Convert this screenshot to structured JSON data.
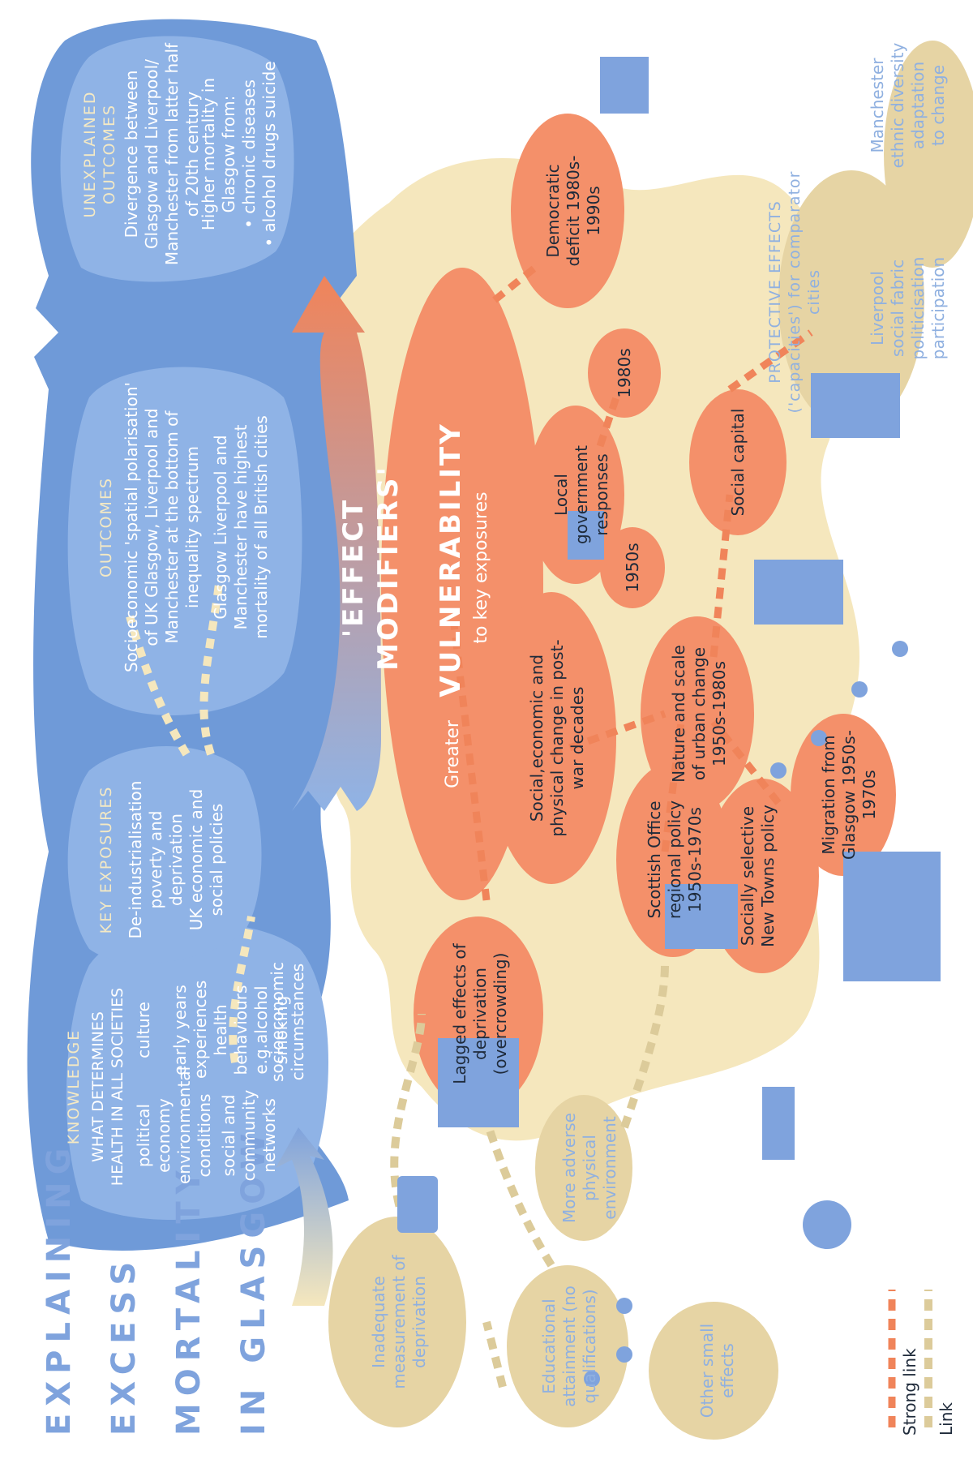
{
  "title_lines": [
    "EXPLAINING",
    "EXCESS",
    "MORTALITY",
    "IN GLASGOW"
  ],
  "knowledge": {
    "header": "KNOWLEDGE",
    "subheader": "WHAT DETERMINES HEALTH IN ALL SOCIETIES",
    "items": [
      "political economy",
      "environmental conditions",
      "social and community networks",
      "socioeconomic circumstances",
      "culture",
      "early years experiences",
      "health behaviours e.g.alcohol smoking"
    ]
  },
  "key_exposures": {
    "header": "KEY EXPOSURES",
    "items": [
      "De-industrialisation poverty and deprivation",
      "UK economic and social policies"
    ]
  },
  "outcomes": {
    "header": "OUTCOMES",
    "items": [
      "Socioeconomic 'spatial polarisation' of UK Glasgow, Liverpool and Manchester at the bottom of inequality spectrum",
      "Glasgow Liverpool and Manchester have highest mortality of all British cities"
    ]
  },
  "unexplained": {
    "header": "UNEXPLAINED OUTCOMES",
    "items": [
      "Divergence between Glasgow and Liverpool/ Manchester from latter half of 20th century",
      "Higher mortality in Glasgow from:",
      "• chronic diseases",
      "• alcohol drugs suicide"
    ]
  },
  "effect_modifiers": "'EFFECT MODIFIERS'",
  "vulnerability": {
    "prefix": "Greater",
    "main": "VULNERABILITY",
    "suffix": "to key exposures"
  },
  "nodes": {
    "lagged": "Lagged effects of deprivation (overcrowding)",
    "social_change": "Social,economic and physical change in post-war decades",
    "scottish_office": "Scottish Office regional policy 1950s-1970s",
    "new_towns": "Socially selective New Towns policy",
    "migration": "Migration from Glasgow 1950s-1970s",
    "urban_change": "Nature and scale of urban change 1950s-1980s",
    "d1950": "1950s",
    "local_gov": "Local government responses",
    "d1980": "1980s",
    "social_capital": "Social capital",
    "democratic": "Democratic deficit 1980s-1990s"
  },
  "protective": {
    "header": "PROTECTIVE EFFECTS ('capacities') for comparator cities",
    "liverpool": [
      "Liverpool",
      "social fabric",
      "politicisation",
      "participation"
    ],
    "manchester": [
      "Manchester",
      "ethnic diversity",
      "adaptation",
      "to change"
    ]
  },
  "small_effects": {
    "inadequate": "Inadequate measurement of deprivation",
    "educational": "Educational attainment (no qualifications)",
    "other": "Other small effects",
    "physical": "More adverse physical environment"
  },
  "legend": {
    "strong": "Strong link",
    "link": "Link"
  },
  "colors": {
    "blue_dark": "#6f9ad8",
    "blue_light": "#8fb3e6",
    "cream": "#f5e7bd",
    "tan": "#e6d4a4",
    "orange": "#f4906a",
    "orange_link": "#f0845a",
    "tan_link": "#dccb9a"
  },
  "icons": [
    "banknote-icon",
    "people-icon",
    "crowd-icon",
    "tower-block-icon",
    "town-hall-icon",
    "ballot-box-icon",
    "couple-icon",
    "factory-icon",
    "office-worker-icon",
    "tenement-icon",
    "beer-can-icon",
    "rubbish-icon"
  ]
}
